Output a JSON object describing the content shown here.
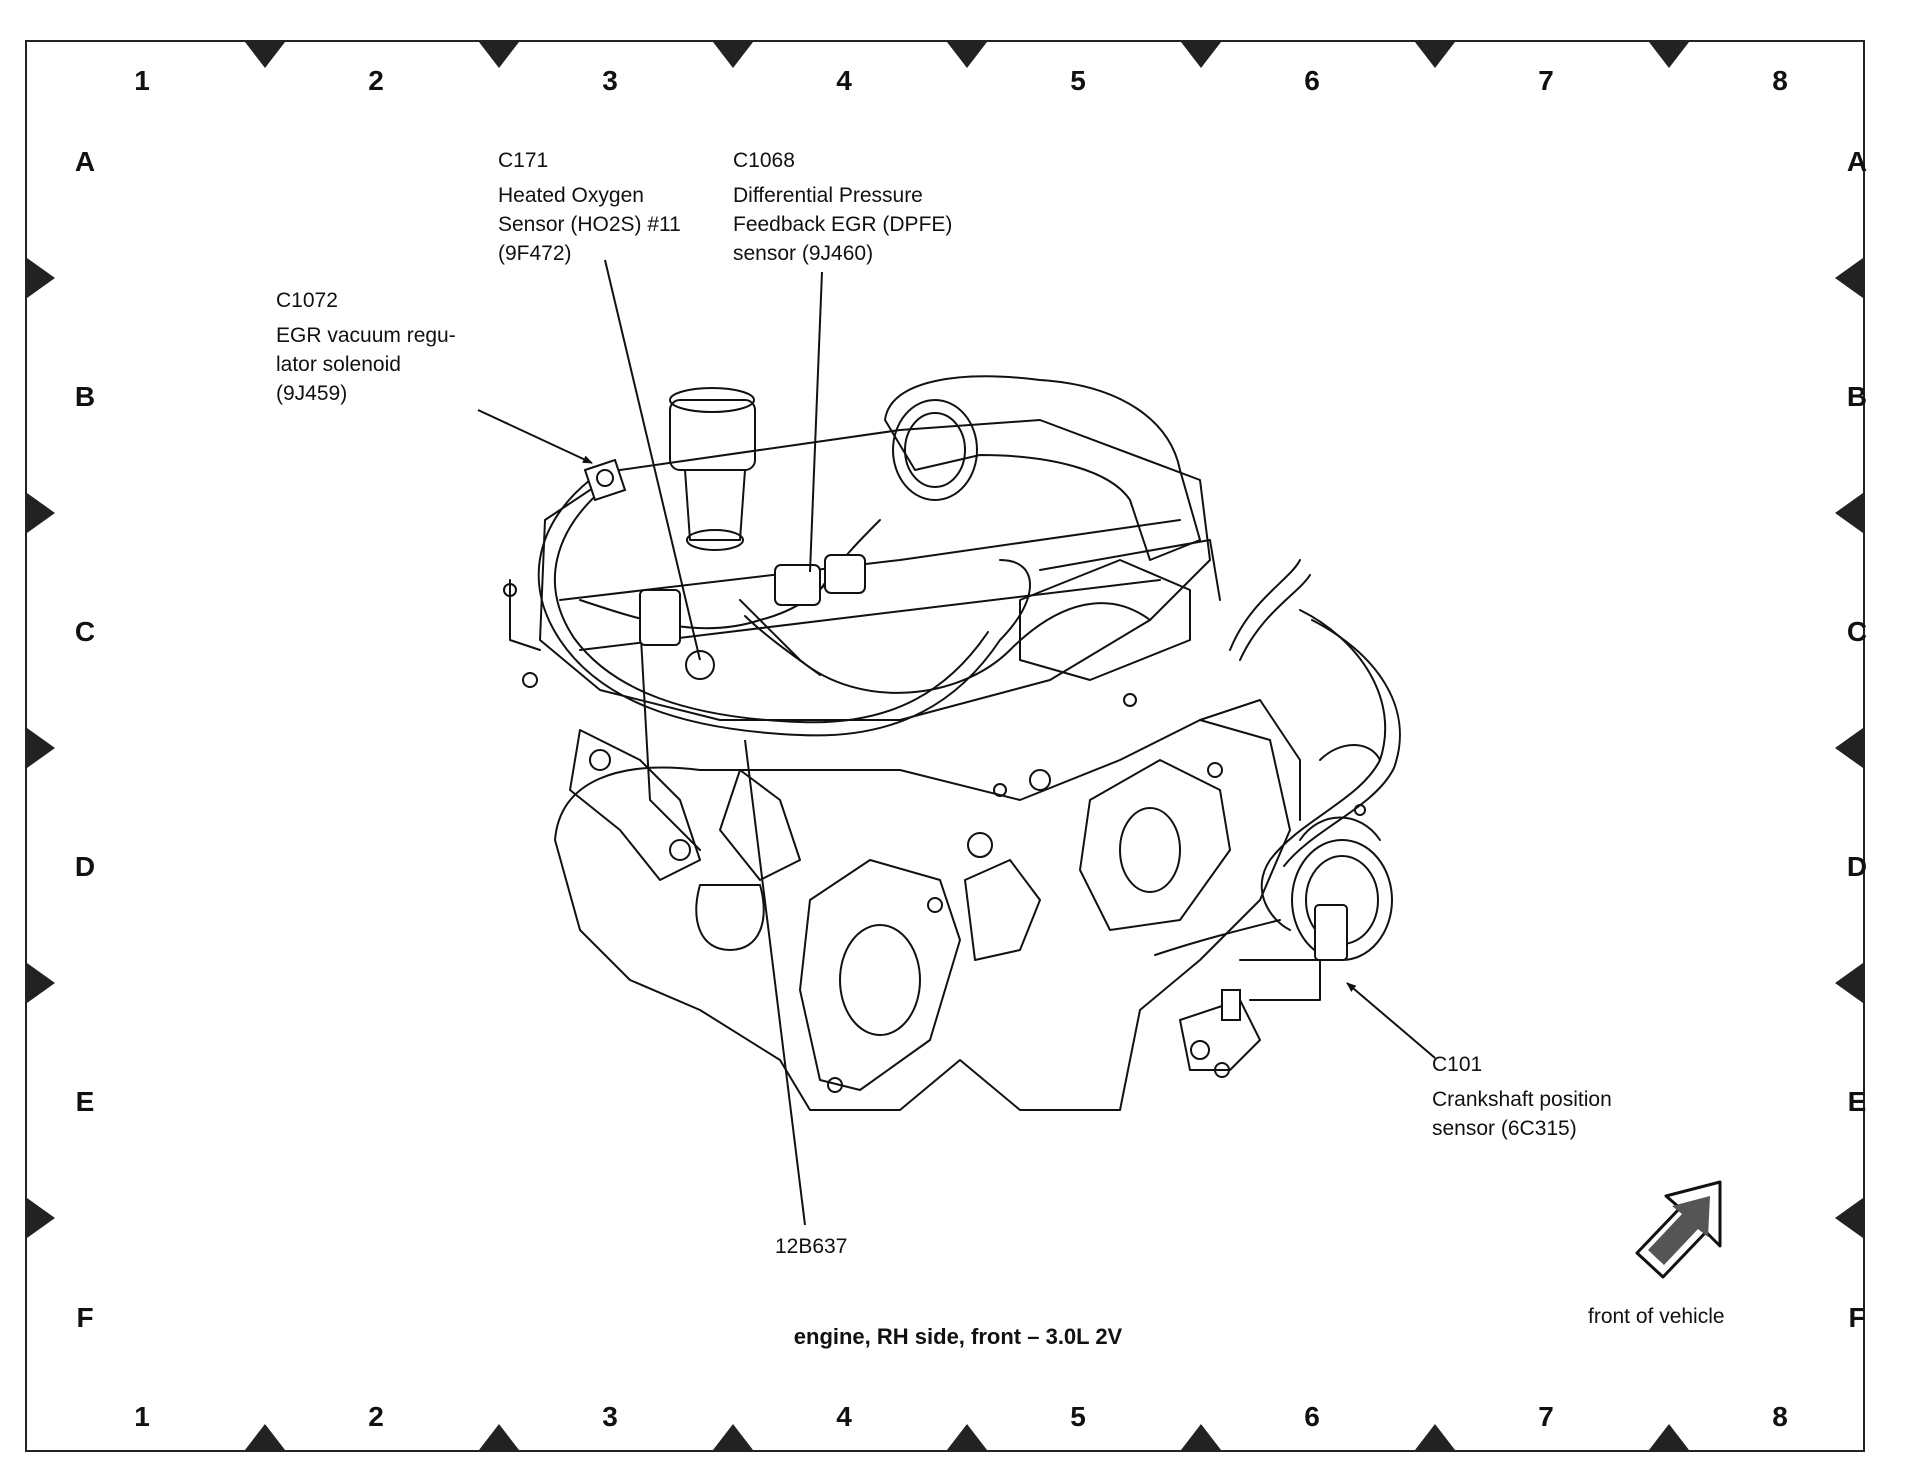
{
  "grid": {
    "columns": [
      "1",
      "2",
      "3",
      "4",
      "5",
      "6",
      "7",
      "8"
    ],
    "rows": [
      "A",
      "B",
      "C",
      "D",
      "E",
      "F"
    ]
  },
  "callouts": {
    "c1072": {
      "connector": "C1072",
      "desc": [
        "EGR vacuum regu-",
        "lator solenoid",
        "(9J459)"
      ]
    },
    "c171": {
      "connector": "C171",
      "desc": [
        "Heated Oxygen",
        "Sensor (HO2S) #11",
        "(9F472)"
      ]
    },
    "c1068": {
      "connector": "C1068",
      "desc": [
        "Differential Pressure",
        "Feedback EGR (DPFE)",
        "sensor (9J460)"
      ]
    },
    "c101": {
      "connector": "C101",
      "desc": [
        "Crankshaft position",
        "sensor (6C315)"
      ]
    },
    "harness": {
      "label": "12B637"
    }
  },
  "direction": {
    "label": "front of vehicle"
  },
  "caption": "engine, RH side, front – 3.0L 2V"
}
